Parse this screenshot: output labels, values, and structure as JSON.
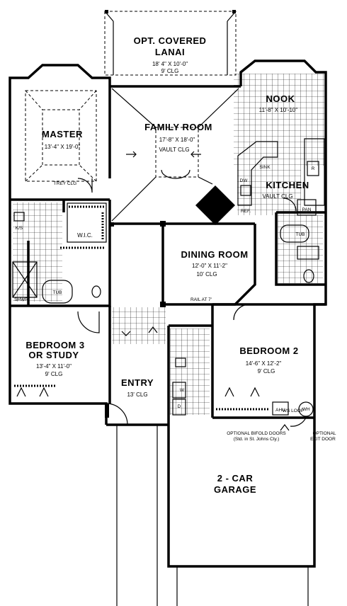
{
  "rooms": {
    "lanai": {
      "name_1": "OPT. COVERED",
      "name_2": "LANAI",
      "dims": "18' 4\" X 10'-0\"",
      "ceiling": "9' CLG"
    },
    "master": {
      "name": "MASTER",
      "dims": "13'-4\" X 19'-0\"",
      "ceiling": "TREY CLG"
    },
    "family": {
      "name": "FAMILY ROOM",
      "dims": "17'-8\" X 18'-0\"",
      "ceiling": "VAULT CLG"
    },
    "nook": {
      "name": "NOOK",
      "dims": "11'-8\" X 10'-10\""
    },
    "kitchen": {
      "name": "KITCHEN",
      "ceiling": "VAULT CLG"
    },
    "dining": {
      "name": "DINING ROOM",
      "dims": "12'-0\" X 11'-2\"",
      "ceiling": "10' CLG",
      "note": "RAIL AT 7'"
    },
    "bedroom3": {
      "name_1": "BEDROOM 3",
      "name_2": "OR STUDY",
      "dims": "13'-4\" X 11'-0\"",
      "ceiling": "9' CLG"
    },
    "bedroom2": {
      "name": "BEDROOM 2",
      "dims": "14'-6\" X 12'-2\"",
      "ceiling": "9' CLG"
    },
    "entry": {
      "name": "ENTRY",
      "ceiling": "13' CLG"
    },
    "garage": {
      "name_1": "2 - CAR",
      "name_2": "GARAGE"
    }
  },
  "fixtures": {
    "wic": "W.I.C.",
    "tub_master": "TUB",
    "tub_bath2": "TUB",
    "shwr": "SHWR",
    "ks": "K/S",
    "sink": "SINK",
    "dw": "DW",
    "ref": "REF.",
    "pan": "PAN",
    "r": "R",
    "w": "W",
    "d": "D",
    "ahu": "AHU",
    "wh": "WH",
    "ws_loop": "WS LOOP"
  },
  "notes": {
    "bifold_1": "OPTIONAL BIFOLD DOORS",
    "bifold_2": "(Std. in St. Johns Cty.)",
    "exit_1": "OPTIONAL",
    "exit_2": "EXIT DOOR"
  }
}
